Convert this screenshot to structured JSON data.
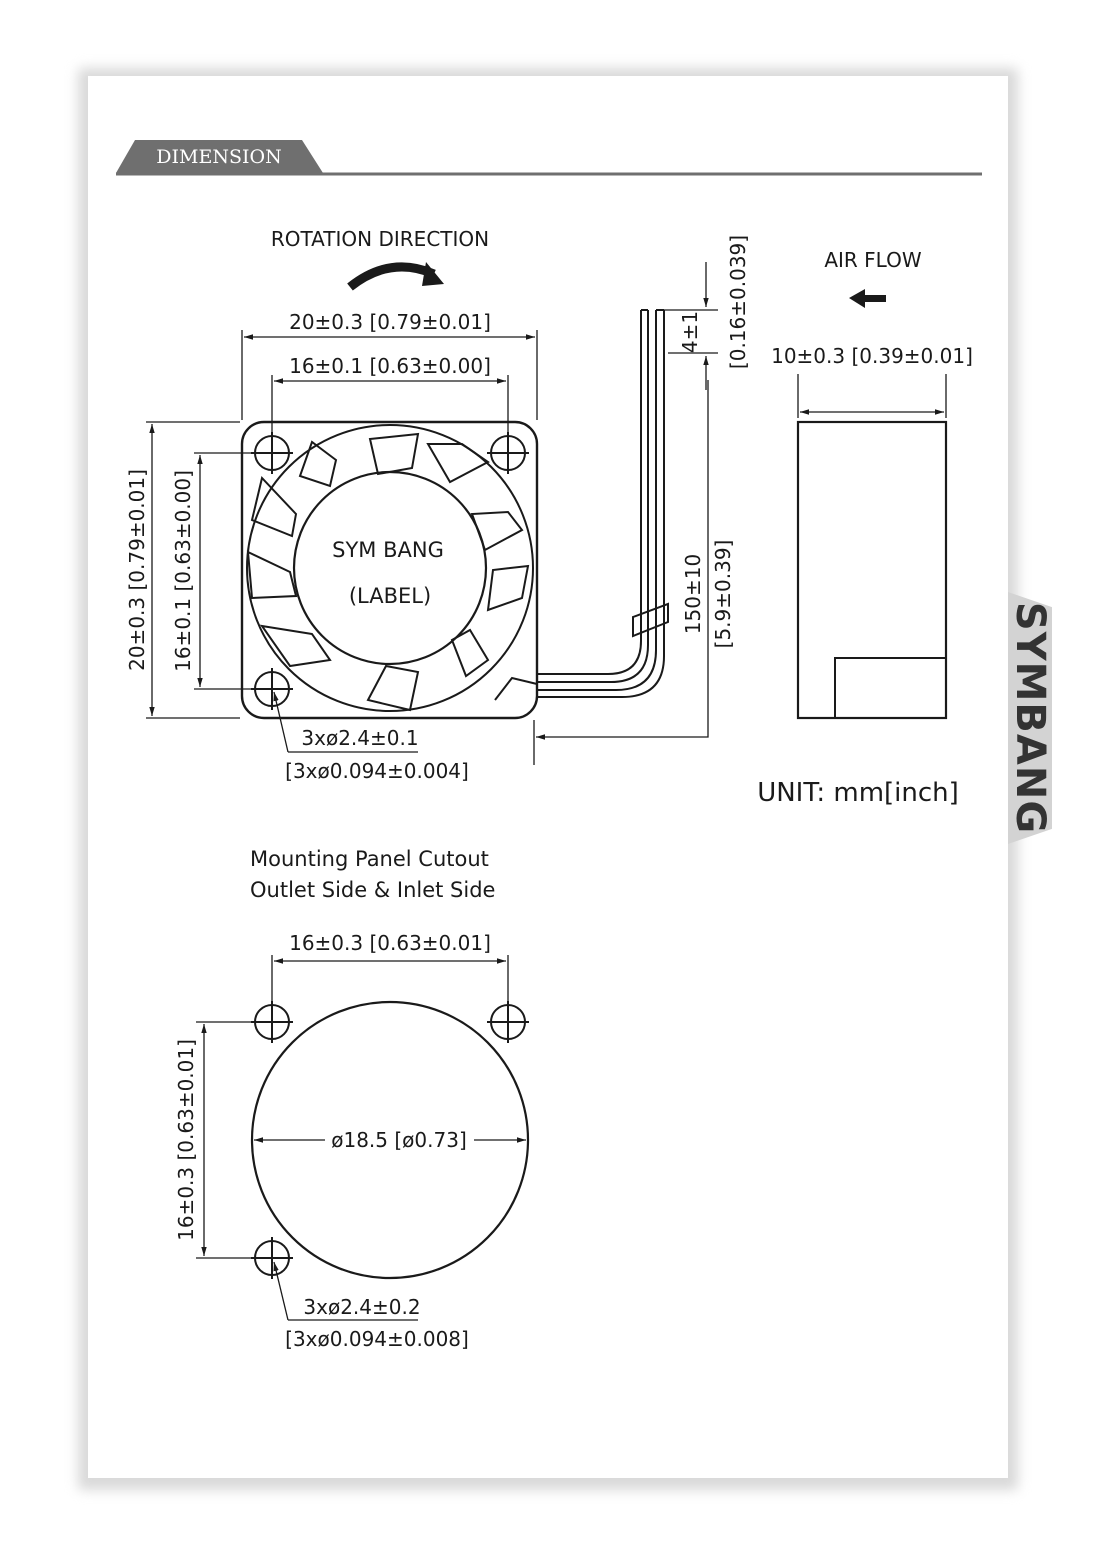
{
  "section_title": "DIMENSION",
  "brand": "SYMBANG",
  "top_view": {
    "rotation_label": "ROTATION DIRECTION",
    "width_outer": "20±0.3 [0.79±0.01]",
    "width_holes": "16±0.1 [0.63±0.00]",
    "height_outer": "20±0.3 [0.79±0.01]",
    "height_holes": "16±0.1 [0.63±0.00]",
    "label_line1": "SYM BANG",
    "label_line2": "(LABEL)",
    "hole_mm": "3xø2.4±0.1",
    "hole_inch": "[3xø0.094±0.004]",
    "wire_strip_mm": "4±1",
    "wire_strip_inch": "[0.16±0.039]",
    "wire_length_mm": "150±10",
    "wire_length_inch": "[5.9±0.39]"
  },
  "side_view": {
    "airflow_label": "AIR FLOW",
    "thickness": "10±0.3 [0.39±0.01]"
  },
  "unit_label": "UNIT: mm[inch]",
  "cutout": {
    "title_line1": "Mounting Panel Cutout",
    "title_line2": "Outlet Side & Inlet Side",
    "width": "16±0.3 [0.63±0.01]",
    "height": "16±0.3 [0.63±0.01]",
    "diameter": "ø18.5 [ø0.73]",
    "hole_mm": "3xø2.4±0.2",
    "hole_inch": "[3xø0.094±0.008]"
  }
}
